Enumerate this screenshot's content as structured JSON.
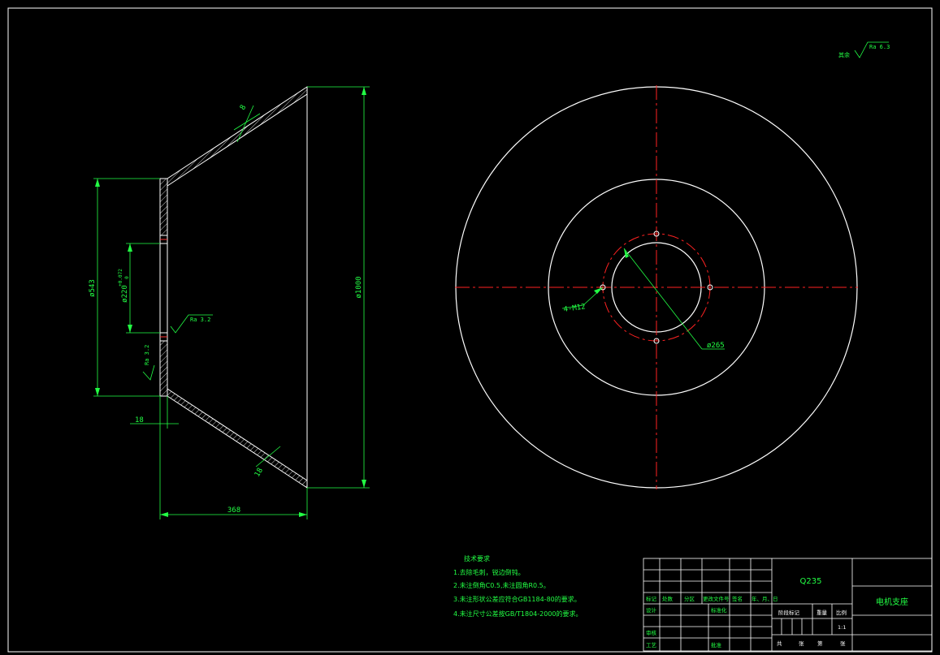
{
  "dimensions": {
    "height_543": "ø543",
    "bore_220": "ø220",
    "bore_tol_upper": "+0.072",
    "bore_tol_lower": "0",
    "height_1000": "ø1000",
    "thickness_18_flange": "18",
    "thickness_18_cone": "18",
    "thickness_r8": "8",
    "depth_368": "368",
    "thread_label": "4-M12",
    "pcd_label": "ø265",
    "roughness_bore": "Ra 3.2",
    "roughness_face": "Ra 3.2",
    "roughness_rest_prefix": "其余",
    "roughness_rest": "Ra 6.3"
  },
  "notes": {
    "title": "技术要求",
    "items": [
      "1.去除毛刺，锐边倒钝。",
      "2.未注倒角C0.5,未注圆角R0.5。",
      "3.未注形状公差应符合GB1184-80的要求。",
      "4.未注尺寸公差按GB/T1804-2000的要求。"
    ]
  },
  "title_block": {
    "material": "Q235",
    "part_name": "电机支座",
    "labels": {
      "mark": "标记",
      "count": "处数",
      "zone": "分区",
      "change_doc": "更改文件号",
      "sign": "签名",
      "date": "年、月、日",
      "design": "设计",
      "standardization": "标准化",
      "review": "审核",
      "process": "工艺",
      "approve": "批准",
      "stage_mark": "阶段标记",
      "weight": "重量",
      "scale": "比例",
      "scale_value": "1:1",
      "total_sheets": "共",
      "sheets_unit": "张",
      "sheet_no": "第",
      "sheet_unit": "张"
    }
  },
  "colors": {
    "outline": "#ffffff",
    "dimension": "#22ff44",
    "center": "#ff2222",
    "background": "#000000"
  }
}
